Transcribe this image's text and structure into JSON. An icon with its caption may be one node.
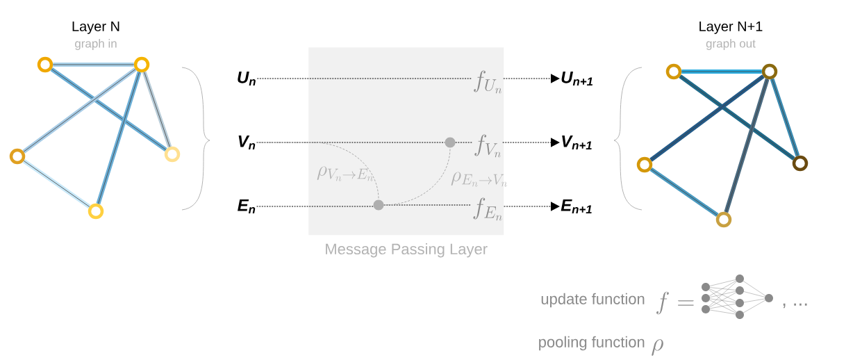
{
  "diagram": {
    "nodes": [
      {
        "text": [],
        "shape": "circle"
      },
      {
        "text": [],
        "shape": "circle"
      },
      {
        "text": [],
        "shape": "circle"
      },
      {
        "text": [],
        "shape": "circle"
      },
      {
        "text": [],
        "shape": "circle"
      },
      {
        "text": [
          "U$_{n}$"
        ]
      },
      {
        "text": [
          "V$_{n}$"
        ]
      },
      {
        "text": [
          "E$_{n}$"
        ]
      },
      {
        "text": [
          "Message Passing Layer"
        ]
      },
      {
        "text": [
          "f_{U_n}"
        ],
        "in": 8
      },
      {
        "text": [
          "f_{V_n}"
        ],
        "in": 8
      },
      {
        "text": [
          "f_{E_n}"
        ],
        "in": 8
      },
      {
        "text": [],
        "shape": "circle",
        "in": 8
      },
      {
        "text": [],
        "shape": "circle",
        "in": 8
      },
      {
        "text": [
          "U$_{n+1}$"
        ]
      },
      {
        "text": [
          "V$_{n+1}$"
        ]
      },
      {
        "text": [
          "E$_{n+1}$"
        ]
      },
      {
        "text": [],
        "shape": "circle"
      },
      {
        "text": [],
        "shape": "circle"
      },
      {
        "text": [],
        "shape": "circle"
      },
      {
        "text": [],
        "shape": "circle"
      },
      {
        "text": [],
        "shape": "circle"
      }
    ],
    "edges": [
      {
        "from": 0,
        "to": 1,
        "arrow": "none",
        "color": "#a8d0e8"
      },
      {
        "from": 0,
        "to": 3,
        "arrow": "none",
        "color": "#6aaed6"
      },
      {
        "from": 1,
        "to": 2,
        "arrow": "none",
        "color": "#a8cce6"
      },
      {
        "from": 1,
        "to": 4,
        "arrow": "none",
        "color": "#6aaed6"
      },
      {
        "from": 1,
        "to": 3,
        "arrow": "none",
        "color": "#b8ccd8"
      },
      {
        "from": 2,
        "to": 4,
        "arrow": "none",
        "color": "#c8e8f8"
      },
      {
        "from": 5,
        "to": 9,
        "arrow": "none",
        "style": "dashed"
      },
      {
        "from": 9,
        "to": 14,
        "arrow": "to",
        "style": "dashed"
      },
      {
        "from": 6,
        "to": 12,
        "arrow": "none",
        "style": "dashed"
      },
      {
        "from": 12,
        "to": 10,
        "arrow": "none",
        "style": "dashed"
      },
      {
        "from": 10,
        "to": 15,
        "arrow": "to",
        "style": "dashed"
      },
      {
        "from": 7,
        "to": 13,
        "arrow": "none",
        "style": "dashed"
      },
      {
        "from": 13,
        "to": 11,
        "arrow": "none",
        "style": "dashed"
      },
      {
        "from": 11,
        "to": 16,
        "arrow": "to",
        "style": "dashed"
      },
      {
        "from": 6,
        "to": 13,
        "arrow": "none",
        "style": "dashed",
        "color": "#aaaaaa",
        "label": "\\rho_{V_n \\rightarrow E_n}"
      },
      {
        "from": 13,
        "to": 12,
        "arrow": "none",
        "style": "dashed",
        "color": "#aaaaaa",
        "label": "\\rho_{E_n \\rightarrow V_n}"
      },
      {
        "from": 17,
        "to": 18,
        "arrow": "none",
        "color": "#2aacdf"
      },
      {
        "from": 17,
        "to": 20,
        "arrow": "none",
        "color": "#1f6a8a"
      },
      {
        "from": 18,
        "to": 19,
        "arrow": "none",
        "color": "#235a88"
      },
      {
        "from": 18,
        "to": 21,
        "arrow": "none",
        "color": "#4a6a80"
      },
      {
        "from": 18,
        "to": 20,
        "arrow": "none",
        "color": "#3a8ab0"
      },
      {
        "from": 19,
        "to": 21,
        "arrow": "none",
        "color": "#4a9ac0"
      }
    ],
    "labels": [
      "Layer N",
      "graph in",
      "Layer N+1",
      "graph out",
      "update function",
      "f =",
      ", ...",
      "pooling function",
      "\\rho"
    ]
  }
}
